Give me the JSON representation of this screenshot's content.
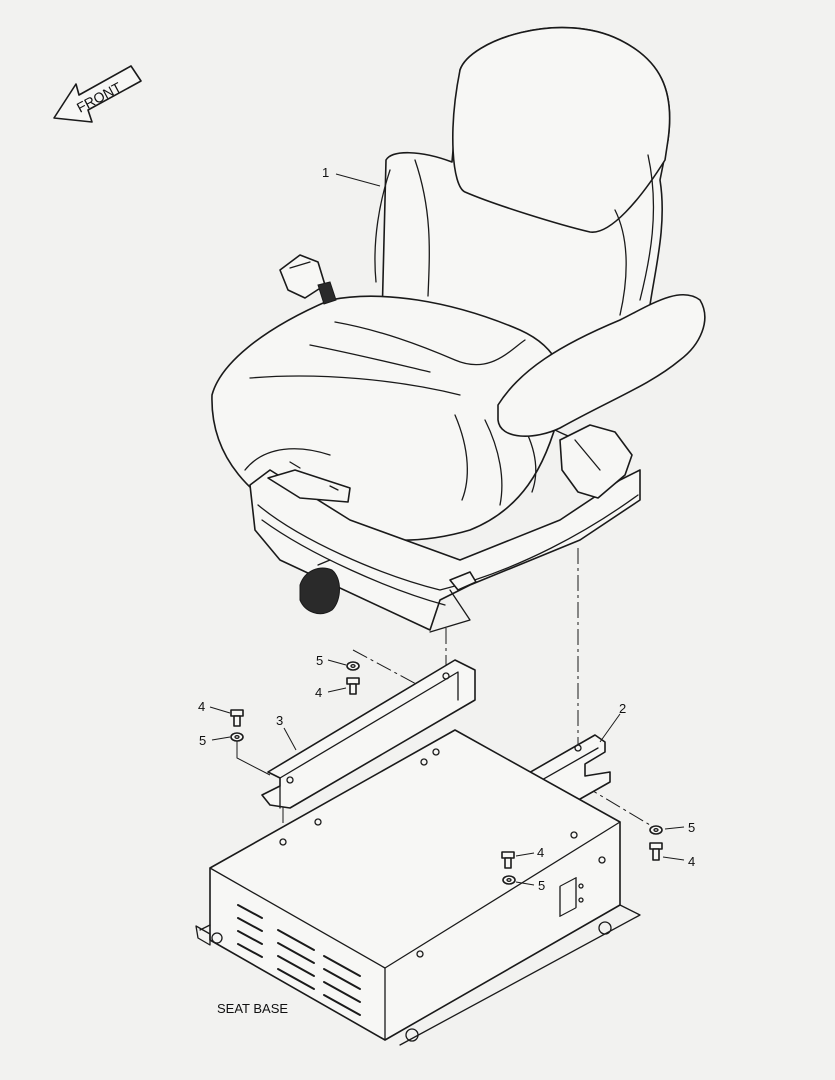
{
  "front_label": "FRONT",
  "seat_base_label": "SEAT BASE",
  "callouts": {
    "c1": "1",
    "c2": "2",
    "c3": "3",
    "c4a": "4",
    "c4b": "4",
    "c4c": "4",
    "c4d": "4",
    "c5a": "5",
    "c5b": "5",
    "c5c": "5",
    "c5d": "5"
  }
}
